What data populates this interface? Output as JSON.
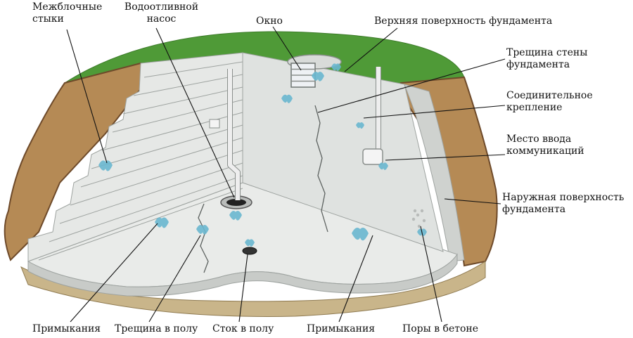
{
  "colors": {
    "background": "#ffffff",
    "grass": "#4f9a37",
    "soil": "#b58a55",
    "soil_dark": "#6e4a2a",
    "block": "#e6e8e6",
    "block_edge": "#9ea3a0",
    "wall": "#dfe2e0",
    "floor": "#e9ebe9",
    "gravel": "#c9b58a",
    "leak": "#69b7cf",
    "leader": "#111111"
  },
  "labels": {
    "block_joints": [
      "Межблочные",
      "стыки"
    ],
    "sump_pump": [
      "Водоотливной",
      "насос"
    ],
    "window": "Окно",
    "top_surface": "Верхняя поверхность фундамента",
    "wall_crack": [
      "Трещина стены",
      "фундамента"
    ],
    "tie_rod": [
      "Соединительное",
      "крепление"
    ],
    "utility_entry": [
      "Место ввода",
      "коммуникаций"
    ],
    "outer_surface": [
      "Наружная поверхность",
      "фундамента"
    ],
    "joints_left": "Примыкания",
    "floor_crack": "Трещина в полу",
    "floor_drain": "Сток в полу",
    "joints_right": "Примыкания",
    "concrete_pores": "Поры в бетоне"
  }
}
